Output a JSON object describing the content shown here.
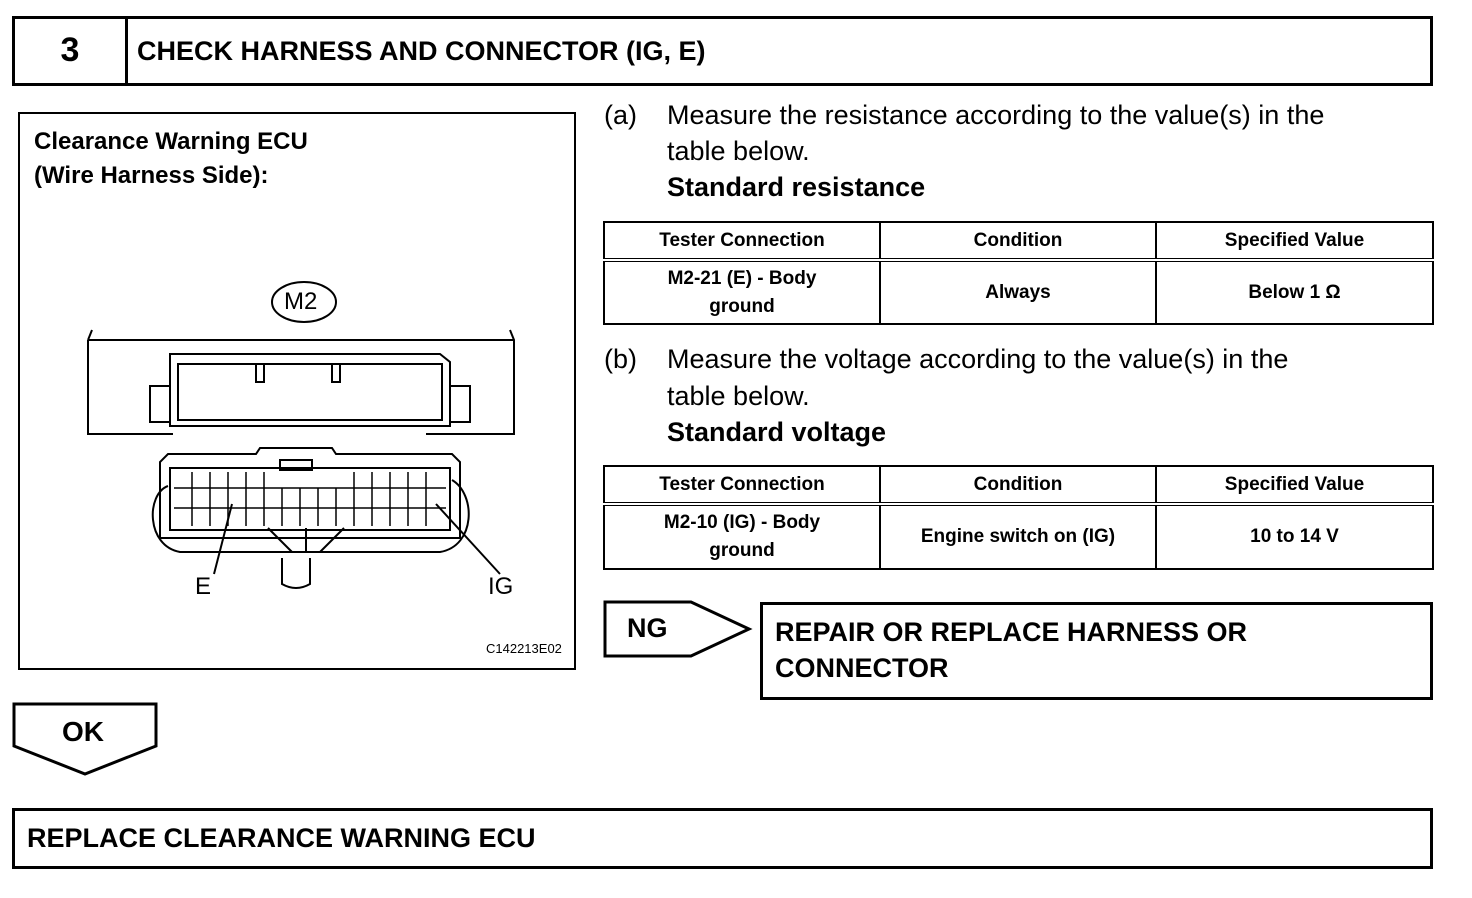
{
  "header": {
    "step_number": "3",
    "title": "CHECK HARNESS AND CONNECTOR (IG, E)"
  },
  "figure": {
    "title_line1": "Clearance Warning ECU",
    "title_line2": "(Wire Harness Side):",
    "connector_label": "M2",
    "label_e": "E",
    "label_ig": "IG",
    "figure_code": "C142213E02"
  },
  "step_a": {
    "marker": "(a)",
    "text_line1": "Measure the resistance according to the value(s) in the",
    "text_line2": "table below.",
    "heading": "Standard resistance"
  },
  "table_a": {
    "headers": [
      "Tester Connection",
      "Condition",
      "Specified Value"
    ],
    "rows": [
      [
        "M2-21 (E) - Body",
        "ground",
        "Always",
        "Below 1 Ω"
      ]
    ]
  },
  "step_b": {
    "marker": "(b)",
    "text_line1": "Measure the voltage according to the value(s) in the",
    "text_line2": "table below.",
    "heading": "Standard voltage"
  },
  "table_b": {
    "headers": [
      "Tester Connection",
      "Condition",
      "Specified Value"
    ],
    "rows": [
      [
        "M2-10 (IG) - Body",
        "ground",
        "Engine switch on (IG)",
        "10 to 14 V"
      ]
    ]
  },
  "ng": {
    "label": "NG",
    "action_line1": "REPAIR OR REPLACE HARNESS OR",
    "action_line2": "CONNECTOR"
  },
  "ok": {
    "label": "OK"
  },
  "final": {
    "action": "REPLACE CLEARANCE WARNING ECU"
  }
}
